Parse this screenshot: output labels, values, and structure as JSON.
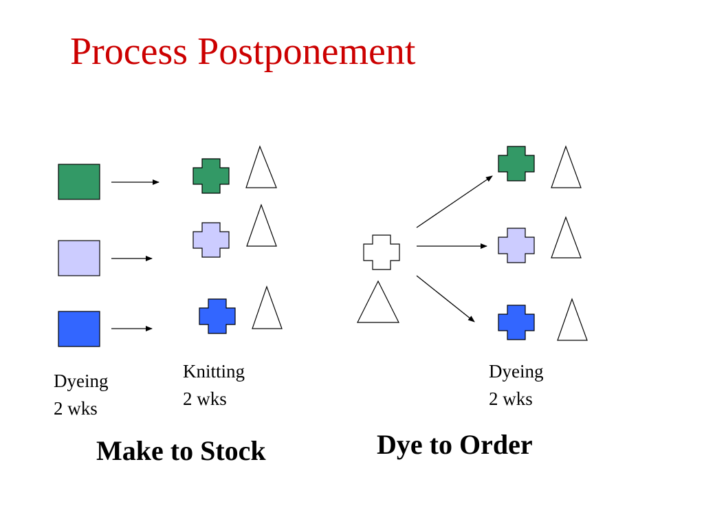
{
  "slide": {
    "title": "Process Postponement"
  },
  "colors": {
    "title": "#cc0000",
    "green": "#339966",
    "lavender": "#ccccff",
    "blue": "#3366ff",
    "undyed": "#ffffff",
    "stroke": "#000000"
  },
  "make_to_stock": {
    "caption": "Make to Stock",
    "stage1": {
      "name": "Dyeing",
      "duration": "2 wks"
    },
    "stage2": {
      "name": "Knitting",
      "duration": "2 wks"
    },
    "yarn_colors": [
      "green",
      "lavender",
      "blue"
    ]
  },
  "dye_to_order": {
    "caption": "Dye to Order",
    "stage": {
      "name": "Dyeing",
      "duration": "2 wks"
    },
    "garment_colors": [
      "green",
      "lavender",
      "blue"
    ]
  }
}
